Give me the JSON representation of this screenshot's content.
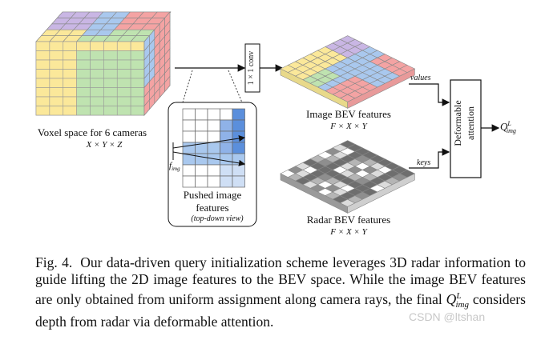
{
  "figure": {
    "voxel_label": "Voxel space for 6 cameras",
    "voxel_dims": "X × Y × Z",
    "conv_label": "1 × 1 conv",
    "image_bev_label": "Image BEV features",
    "image_bev_dims": "F × X × Y",
    "radar_bev_label": "Radar BEV features",
    "radar_bev_dims": "F × X × Y",
    "pushed_label_1": "Pushed image",
    "pushed_label_2": "features",
    "pushed_sub": "(top-down view)",
    "f_img": "f",
    "f_img_sub": "img",
    "values_label": "values",
    "keys_label": "keys",
    "attention_line1": "Deformable",
    "attention_line2": "attention",
    "q_label": "Q",
    "q_sup": "L",
    "q_sub": "img"
  },
  "caption": {
    "figno": "Fig. 4.",
    "text_before": "Our data-driven query initialization scheme leverages 3D radar information to guide lifting the 2D image features to the BEV space. While the image BEV features are only obtained from uniform assignment along camera rays, the final ",
    "q": "Q",
    "q_sup": "L",
    "q_sub": "img",
    "text_after": " considers depth from radar via deformable attention."
  },
  "watermark": "CSDN @ltshan",
  "colors": {
    "yellow": "#fbe89a",
    "green": "#bfe3b0",
    "blue": "#a9c8ee",
    "purple": "#c9b6e4",
    "red": "#f4a3a3",
    "gray": "#9a9a9a"
  }
}
